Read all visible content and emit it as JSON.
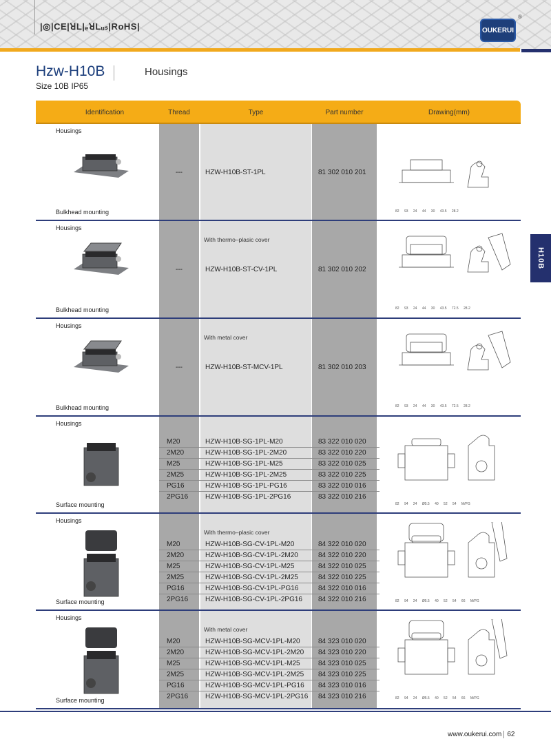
{
  "header": {
    "certifications": "|◎|CE|ꓤL|ₑꓤLᵤₛ|RoHS|",
    "logo_text": "OUKERUI",
    "registered_mark": "®"
  },
  "title": {
    "model": "Hzw-H10B",
    "category": "Housings",
    "subtitle": "Size 10B  IP65"
  },
  "table_headers": [
    "Identification",
    "Thread",
    "Type",
    "Part number",
    "Drawing(mm)"
  ],
  "sections": [
    {
      "heading": "Housings",
      "mounting": "Bulkhead mounting",
      "note": "",
      "kind": "bulkhead",
      "drawing_labels": [
        "82",
        "93",
        "24",
        "44",
        "30",
        "43.5",
        "28.2"
      ],
      "rows": [
        {
          "thread": "---",
          "type": "HZW-H10B-ST-1PL",
          "part": "81 302 010 201"
        }
      ]
    },
    {
      "heading": "Housings",
      "mounting": "Bulkhead mounting",
      "note": "With thermo–plasic cover",
      "kind": "bulkhead-cover",
      "drawing_labels": [
        "82",
        "93",
        "24",
        "44",
        "30",
        "43.5",
        "72.5",
        "28.2"
      ],
      "rows": [
        {
          "thread": "---",
          "type": "HZW-H10B-ST-CV-1PL",
          "part": "81 302 010 202"
        }
      ]
    },
    {
      "heading": "Housings",
      "mounting": "Bulkhead mounting",
      "note": "With metal cover",
      "kind": "bulkhead-cover",
      "drawing_labels": [
        "82",
        "93",
        "24",
        "44",
        "30",
        "43.5",
        "72.5",
        "28.2"
      ],
      "rows": [
        {
          "thread": "---",
          "type": "HZW-H10B-ST-MCV-1PL",
          "part": "81 302 010 203"
        }
      ]
    },
    {
      "heading": "Housings",
      "mounting": "Surface mounting",
      "note": "",
      "kind": "surface",
      "drawing_labels": [
        "82",
        "94",
        "24",
        "Ø5.5",
        "40",
        "52",
        "54",
        "M/PG"
      ],
      "rows": [
        {
          "thread": "M20",
          "type": "HZW-H10B-SG-1PL-M20",
          "part": "83 322 010 020"
        },
        {
          "thread": "2M20",
          "type": "HZW-H10B-SG-1PL-2M20",
          "part": "83 322 010 220"
        },
        {
          "thread": "M25",
          "type": "HZW-H10B-SG-1PL-M25",
          "part": "83 322 010 025"
        },
        {
          "thread": "2M25",
          "type": "HZW-H10B-SG-1PL-2M25",
          "part": "83 322 010 225"
        },
        {
          "thread": "PG16",
          "type": "HZW-H10B-SG-1PL-PG16",
          "part": "83 322 010 016"
        },
        {
          "thread": "2PG16",
          "type": "HZW-H10B-SG-1PL-2PG16",
          "part": "83 322 010 216"
        }
      ]
    },
    {
      "heading": "Housings",
      "mounting": "Surface mounting",
      "note": "With thermo–plasic cover",
      "kind": "surface-cover",
      "drawing_labels": [
        "82",
        "94",
        "24",
        "Ø5.5",
        "40",
        "52",
        "54",
        "66",
        "M/PG"
      ],
      "rows": [
        {
          "thread": "M20",
          "type": "HZW-H10B-SG-CV-1PL-M20",
          "part": "84 322 010 020"
        },
        {
          "thread": "2M20",
          "type": "HZW-H10B-SG-CV-1PL-2M20",
          "part": "84 322 010 220"
        },
        {
          "thread": "M25",
          "type": "HZW-H10B-SG-CV-1PL-M25",
          "part": "84 322 010 025"
        },
        {
          "thread": "2M25",
          "type": "HZW-H10B-SG-CV-1PL-2M25",
          "part": "84 322 010 225"
        },
        {
          "thread": "PG16",
          "type": "HZW-H10B-SG-CV-1PL-PG16",
          "part": "84 322 010 016"
        },
        {
          "thread": "2PG16",
          "type": "HZW-H10B-SG-CV-1PL-2PG16",
          "part": "84 322 010 216"
        }
      ]
    },
    {
      "heading": "Housings",
      "mounting": "Surface mounting",
      "note": "With metal cover",
      "kind": "surface-cover",
      "drawing_labels": [
        "82",
        "94",
        "24",
        "Ø5.5",
        "40",
        "52",
        "54",
        "66",
        "M/PG"
      ],
      "rows": [
        {
          "thread": "M20",
          "type": "HZW-H10B-SG-MCV-1PL-M20",
          "part": "84 323 010 020"
        },
        {
          "thread": "2M20",
          "type": "HZW-H10B-SG-MCV-1PL-2M20",
          "part": "84 323 010 220"
        },
        {
          "thread": "M25",
          "type": "HZW-H10B-SG-MCV-1PL-M25",
          "part": "84 323 010 025"
        },
        {
          "thread": "2M25",
          "type": "HZW-H10B-SG-MCV-1PL-2M25",
          "part": "84 323 010 225"
        },
        {
          "thread": "PG16",
          "type": "HZW-H10B-SG-MCV-1PL-PG16",
          "part": "84 323 010 016"
        },
        {
          "thread": "2PG16",
          "type": "HZW-H10B-SG-MCV-1PL-2PG16",
          "part": "84 323 010 216"
        }
      ]
    }
  ],
  "side_tab": "H10B",
  "footer": {
    "website": "www.oukerui.com",
    "page": "62"
  },
  "colors": {
    "accent": "#f5ac16",
    "brand": "#24306e",
    "title": "#1d3f7c"
  }
}
